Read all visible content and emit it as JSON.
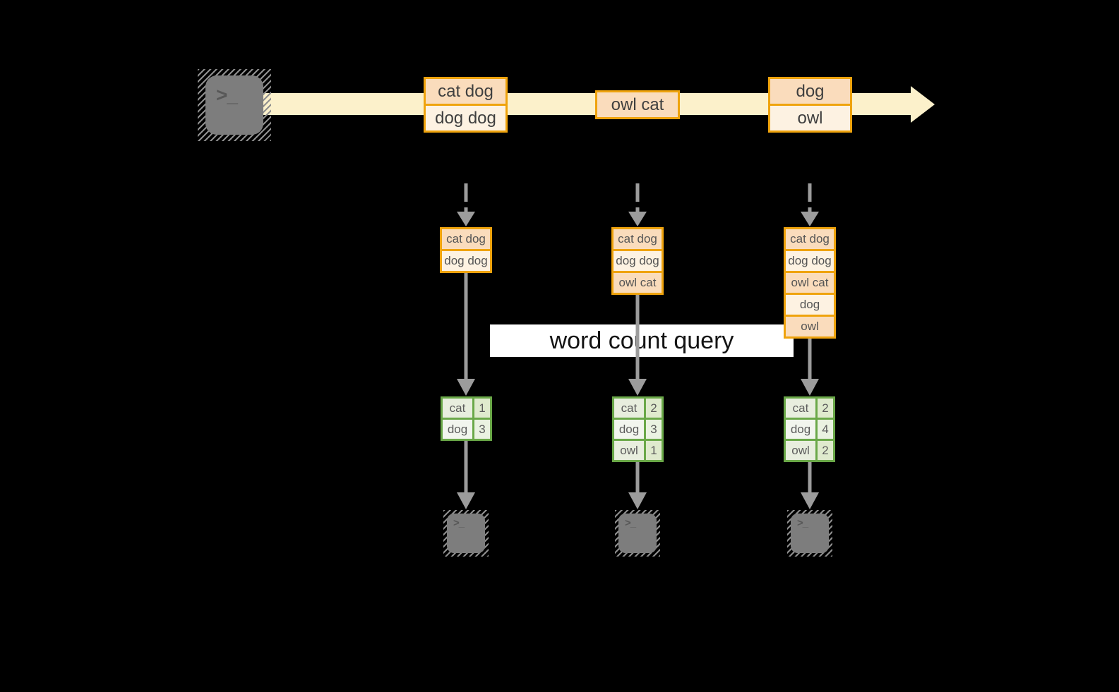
{
  "banner": {
    "label": "word count query"
  },
  "icons": {
    "prompt_symbol": ">_",
    "stream_arrow": "right-arrow",
    "flow_arrow": "down-arrow"
  },
  "stream": {
    "messages": [
      {
        "lines": [
          "cat dog",
          "dog dog"
        ]
      },
      {
        "lines": [
          "owl cat"
        ]
      },
      {
        "lines": [
          "dog",
          "owl"
        ]
      }
    ]
  },
  "columns": [
    {
      "state": [
        "cat dog",
        "dog dog"
      ],
      "counts": [
        {
          "word": "cat",
          "count": "1"
        },
        {
          "word": "dog",
          "count": "3"
        }
      ]
    },
    {
      "state": [
        "cat dog",
        "dog dog",
        "owl cat"
      ],
      "counts": [
        {
          "word": "cat",
          "count": "2"
        },
        {
          "word": "dog",
          "count": "3"
        },
        {
          "word": "owl",
          "count": "1"
        }
      ]
    },
    {
      "state": [
        "cat dog",
        "dog dog",
        "owl cat",
        "dog",
        "owl"
      ],
      "counts": [
        {
          "word": "cat",
          "count": "2"
        },
        {
          "word": "dog",
          "count": "4"
        },
        {
          "word": "owl",
          "count": "2"
        }
      ]
    }
  ],
  "colors": {
    "background": "#000000",
    "stream_band": "#fcf1cb",
    "box_border": "#efa30d",
    "box_fill_peach": "#fadcbc",
    "box_fill_cream": "#fdf2e2",
    "table_border": "#6aa848",
    "table_fill": "#e8eede",
    "arrow_gray": "#9c9c9c",
    "terminal_gray": "#7d7d7d",
    "banner_bg": "#ffffff"
  }
}
